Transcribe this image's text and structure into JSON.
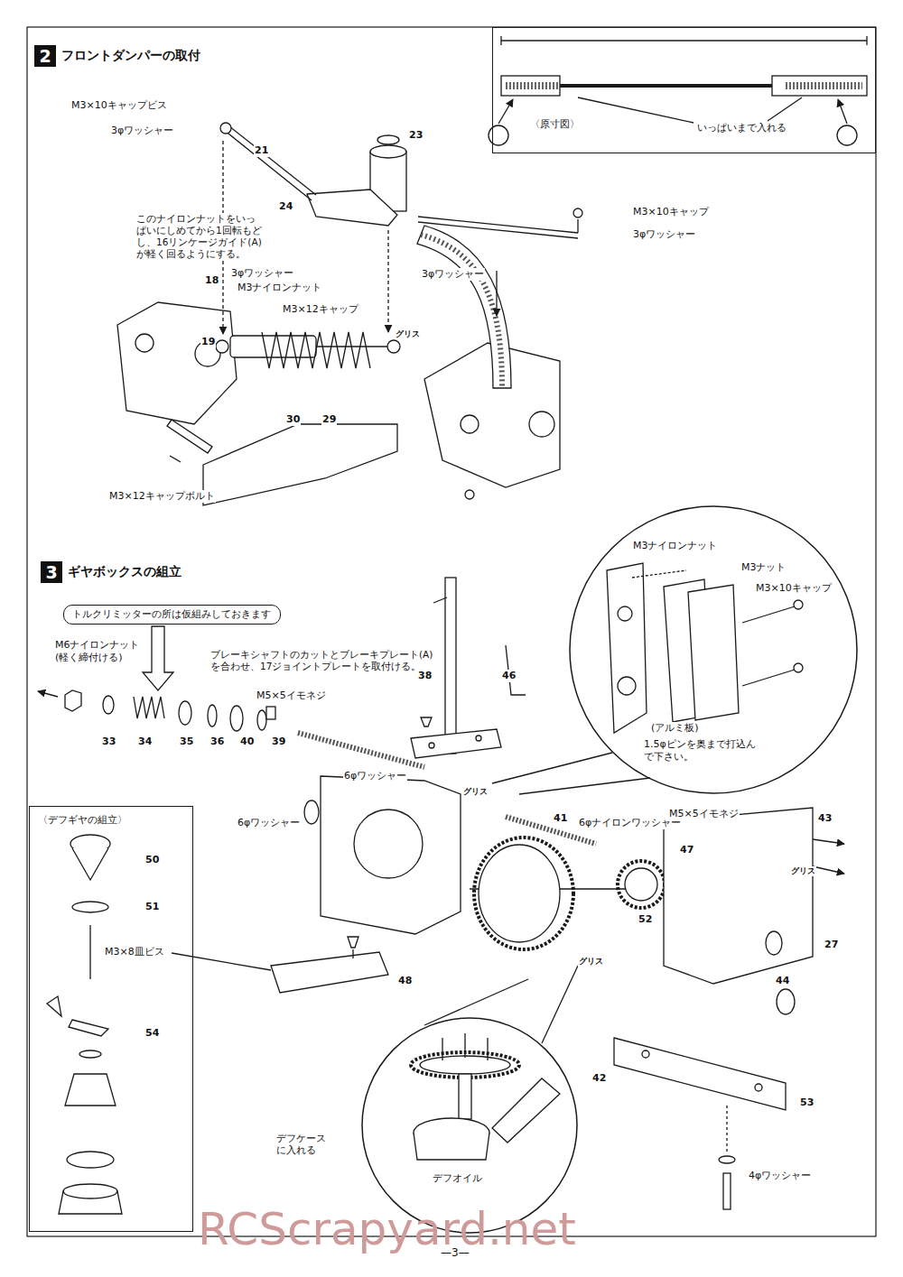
{
  "diagram": {
    "nodes": [
      {
        "text": [
          "2",
          "フロントダンパーの取付"
        ]
      },
      {
        "text": [
          "〈原寸図〉",
          "いっぱいまで入れる"
        ]
      },
      {
        "text": [
          "3",
          "ギヤボックスの組立"
        ]
      },
      {
        "text": [
          "トルクリミッターの所は仮組みしておきます"
        ]
      },
      {
        "text": [
          "〈デフギヤの組立〉"
        ]
      },
      {
        "text": [
          "M3ナイロンナット",
          "M3ナット",
          "M3×10キャップ",
          "(アルミ板)",
          "1.5φピンを奥まで打込んで下さい。"
        ]
      },
      {
        "text": [
          "デフオイル"
        ]
      }
    ],
    "labels": [
      "M3×10キャップビス",
      "3φワッシャー",
      "このナイロンナットをいっぱいにしめてから1回転もどし、16リンケージガイド(A)が軽く回るようにする。",
      "3φワッシャー",
      "M3ナイロンナット",
      "M3×12キャップ",
      "3φワッシャー",
      "M3×10キャップ",
      "3φワッシャー",
      "M3×12キャップボルト",
      "M6ナイロンナット (軽く締付ける)",
      "ブレーキシャフトのカットとブレーキプレート(A)を合わせ、17ジョイントプレートを取付ける。",
      "M5×5イモネジ",
      "6φワッシャー",
      "6φワッシャー",
      "M3×8皿ビス",
      "6φナイロンワッシャー",
      "M5×5イモネジ",
      "4φワッシャー",
      "デフケースに入れる",
      "グリス",
      "グリス",
      "グリス",
      "グリス",
      "RCScrapyard.net",
      "—3—",
      "21",
      "23",
      "24",
      "18",
      "19",
      "30",
      "29",
      "38",
      "46",
      "33",
      "34",
      "35",
      "36",
      "40",
      "39",
      "41",
      "47",
      "52",
      "44",
      "27",
      "43",
      "42",
      "48",
      "53",
      "50",
      "51",
      "54"
    ]
  }
}
